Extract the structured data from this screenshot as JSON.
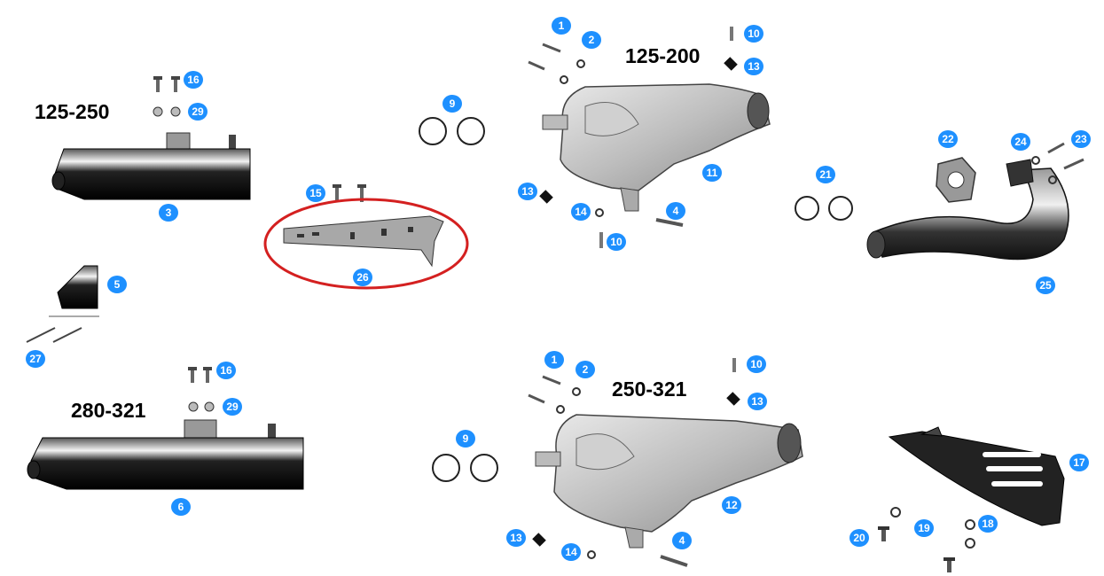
{
  "model_labels": {
    "silencer_top": "125-250",
    "silencer_bottom": "280-321",
    "exp_top": "125-200",
    "exp_bottom": "250-321"
  },
  "callouts": {
    "c16a": "16",
    "c29a": "29",
    "c3": "3",
    "c5": "5",
    "c27": "27",
    "c16b": "16",
    "c29b": "29",
    "c6": "6",
    "c15": "15",
    "c26": "26",
    "c9a": "9",
    "c9b": "9",
    "c1a": "1",
    "c2a": "2",
    "c10a": "10",
    "c13a": "13",
    "c11": "11",
    "c13b": "13",
    "c14a": "14",
    "c4a": "4",
    "c10b": "10",
    "c1b": "1",
    "c2b": "2",
    "c10c": "10",
    "c13c": "13",
    "c12": "12",
    "c13d": "13",
    "c14b": "14",
    "c4b": "4",
    "c21": "21",
    "c22": "22",
    "c24": "24",
    "c23": "23",
    "c25": "25",
    "c17": "17",
    "c18": "18",
    "c19": "19",
    "c20": "20"
  },
  "colors": {
    "callout": "#1e90ff",
    "highlight": "#d42020",
    "metal_dark": "#111111",
    "metal_light": "#c8c8c8"
  }
}
